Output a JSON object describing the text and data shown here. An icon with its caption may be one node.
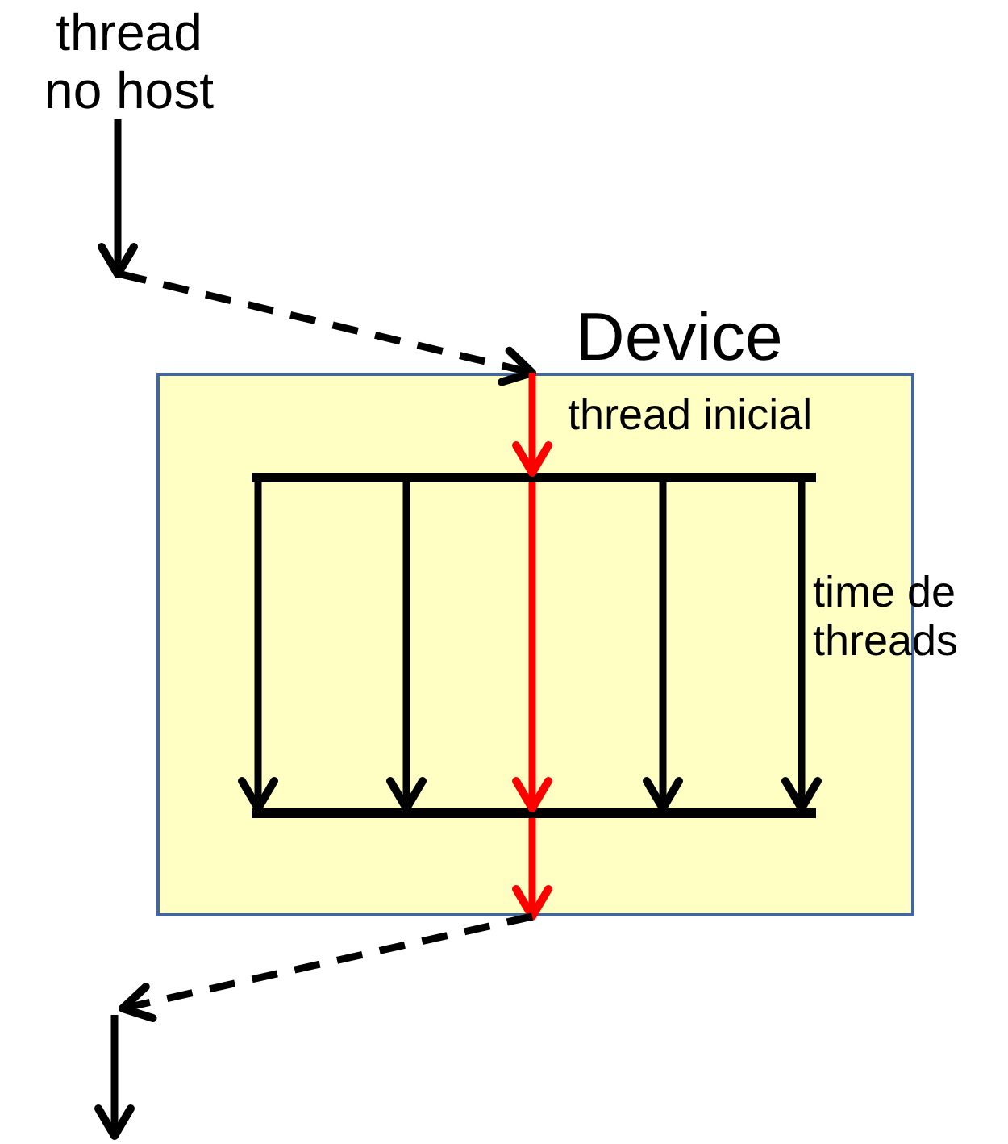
{
  "diagram": {
    "nodes": [
      {
        "text": [
          "thread no host"
        ]
      },
      {
        "text": [
          "Device"
        ]
      },
      {
        "text": [],
        "shape": "bar",
        "in": 1
      },
      {
        "text": [],
        "shape": "bar",
        "in": 1
      }
    ],
    "edges": [
      {
        "from": 0,
        "to": null,
        "arrow": "to"
      },
      {
        "from": null,
        "to": 1,
        "arrow": "to",
        "style": "dashed"
      },
      {
        "from": 1,
        "to": 2,
        "arrow": "to",
        "color": "#ff0000",
        "label": "thread inicial"
      },
      {
        "from": 2,
        "to": 3,
        "arrow": "to"
      },
      {
        "from": 2,
        "to": 3,
        "arrow": "to"
      },
      {
        "from": 2,
        "to": 3,
        "arrow": "to",
        "color": "#ff0000"
      },
      {
        "from": 2,
        "to": 3,
        "arrow": "to"
      },
      {
        "from": 2,
        "to": 3,
        "arrow": "to"
      },
      {
        "from": 3,
        "to": 1,
        "arrow": "to",
        "color": "#ff0000"
      },
      {
        "from": 1,
        "to": null,
        "arrow": "to",
        "style": "dashed"
      }
    ],
    "labels": [
      "time de threads"
    ]
  }
}
